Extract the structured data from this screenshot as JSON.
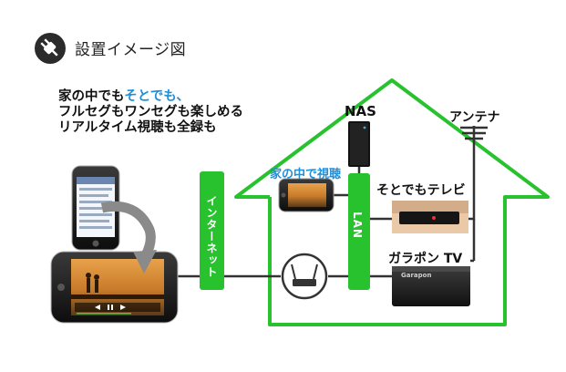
{
  "header": {
    "title": "設置イメージ図",
    "icon": "plug-icon"
  },
  "description": {
    "line1_prefix": "家の中でも",
    "line1_highlight": "そとでも、",
    "line2": "フルセグもワンセグも楽しめる",
    "line3": "リアルタイム視聴も全録も"
  },
  "labels": {
    "nas": "NAS",
    "antenna": "アンテナ",
    "home_viewing": "家の中で視聴",
    "outdoor_tv": "そとでもテレビ",
    "garapon": "ガラポン TV",
    "internet": "インターネット",
    "lan": "LAN",
    "device_brand": "Garapon"
  },
  "colors": {
    "house_green": "#27c22e",
    "line_dark": "#333333",
    "highlight_blue": "#1e8fd8"
  }
}
